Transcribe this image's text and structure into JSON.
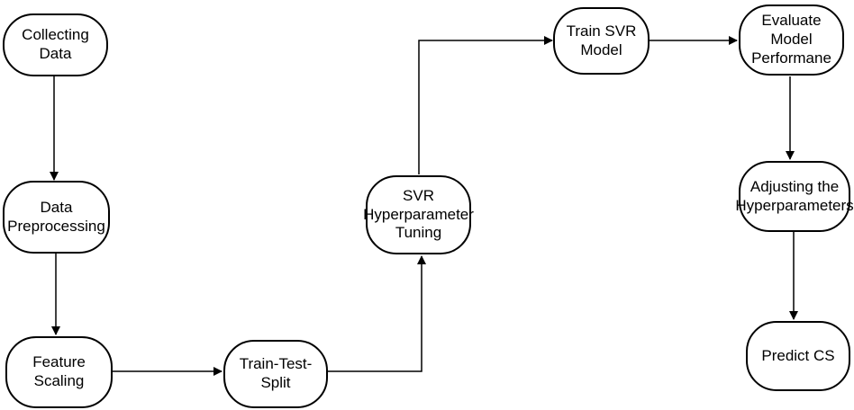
{
  "diagram": {
    "nodes": [
      {
        "id": "collecting",
        "label": "Collecting Data"
      },
      {
        "id": "preprocessing",
        "label": "Data\nPreprocessing"
      },
      {
        "id": "scaling",
        "label": "Feature\nScaling"
      },
      {
        "id": "split",
        "label": "Train-Test-Split"
      },
      {
        "id": "tuning",
        "label": "SVR\nHyperparameter\nTuning"
      },
      {
        "id": "train",
        "label": "Train SVR\nModel"
      },
      {
        "id": "evaluate",
        "label": "Evaluate\nModel\nPerformane"
      },
      {
        "id": "adjust",
        "label": "Adjusting the\nHyperparameters"
      },
      {
        "id": "predict",
        "label": "Predict CS"
      }
    ],
    "edges": [
      {
        "from": "collecting",
        "to": "preprocessing"
      },
      {
        "from": "preprocessing",
        "to": "scaling"
      },
      {
        "from": "scaling",
        "to": "split"
      },
      {
        "from": "split",
        "to": "tuning"
      },
      {
        "from": "tuning",
        "to": "train"
      },
      {
        "from": "train",
        "to": "evaluate"
      },
      {
        "from": "evaluate",
        "to": "adjust"
      },
      {
        "from": "adjust",
        "to": "predict"
      }
    ]
  }
}
